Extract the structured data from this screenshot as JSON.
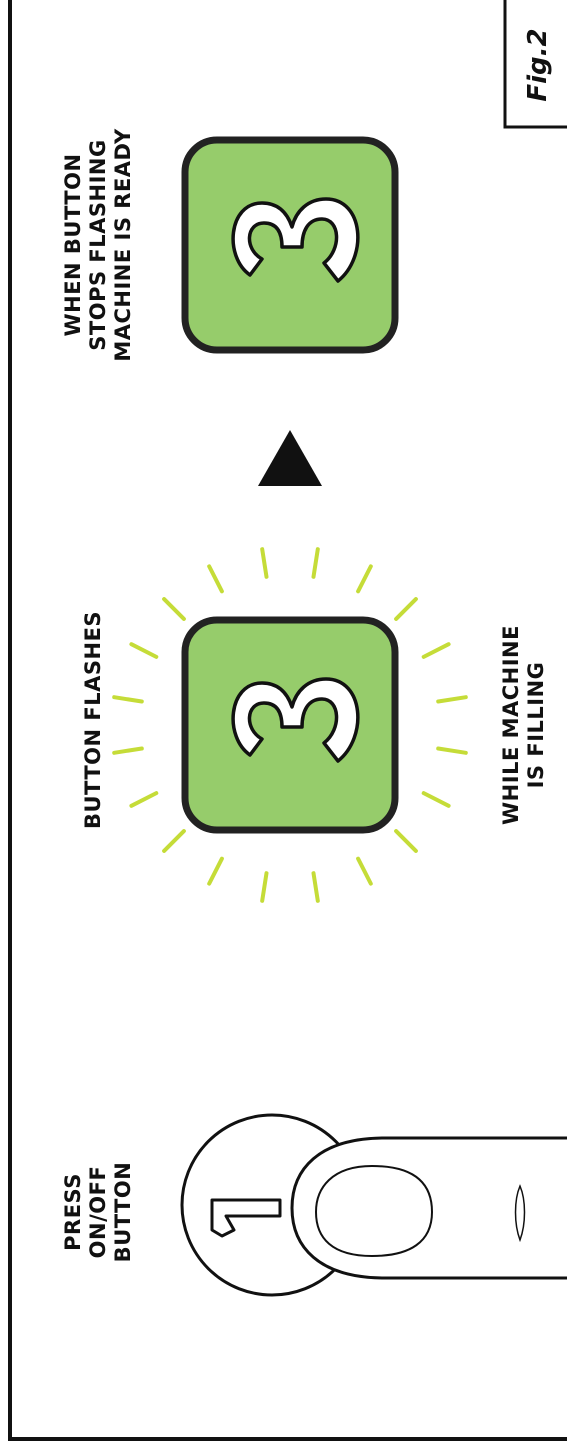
{
  "figure_label": "Fig.2",
  "steps": [
    {
      "label_lines": [
        "PRESS",
        "ON/OFF",
        "BUTTON"
      ],
      "button_number": "1"
    },
    {
      "label_lines": [
        "BUTTON FLASHES"
      ],
      "label_below_lines": [
        "WHILE MACHINE",
        "IS FILLING"
      ],
      "button_number": "3"
    },
    {
      "label_lines": [
        "WHEN BUTTON",
        "STOPS FLASHING",
        "MACHINE IS READY"
      ],
      "button_number": "3"
    }
  ],
  "colors": {
    "button_fill": "#96cc6b",
    "flash_rays": "#c5dc38",
    "outline": "#222222"
  }
}
